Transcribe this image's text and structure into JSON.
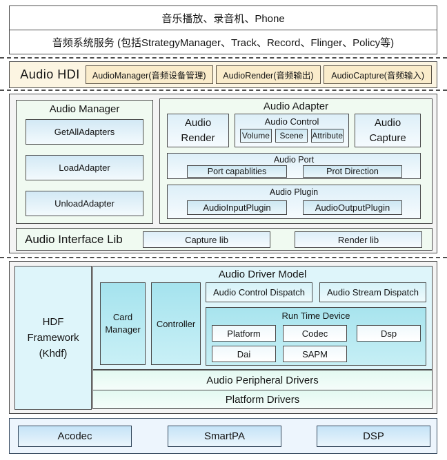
{
  "apps": {
    "row1": "音乐播放、录音机、Phone",
    "row2": "音频系统服务 (包括StrategyManager、Track、Record、Flinger、Policy等)"
  },
  "hdi": {
    "label": "Audio HDI",
    "boxes": [
      "AudioManager(音频设备管理)",
      "AudioRender(音频输出)",
      "AudioCapture(音频输入)"
    ]
  },
  "framework": {
    "audio_manager": {
      "title": "Audio Manager",
      "items": [
        "GetAllAdapters",
        "LoadAdapter",
        "UnloadAdapter"
      ]
    },
    "audio_adapter": {
      "title": "Audio Adapter",
      "render": "Audio Render",
      "capture": "Audio Capture",
      "control": {
        "title": "Audio Control",
        "items": [
          "Volume",
          "Scene",
          "Attribute"
        ]
      },
      "port": {
        "title": "Audio Port",
        "items": [
          "Port capablities",
          "Prot Direction"
        ]
      },
      "plugin": {
        "title": "Audio Plugin",
        "items": [
          "AudioInputPlugin",
          "AudioOutputPlugin"
        ]
      }
    },
    "interface_lib": {
      "label": "Audio Interface Lib",
      "items": [
        "Capture lib",
        "Render lib"
      ]
    }
  },
  "hdf": {
    "label": "HDF Framework (Khdf)",
    "driver_model": {
      "title": "Audio Driver Model",
      "card_manager": "Card Manager",
      "controller": "Controller",
      "control_dispatch": "Audio Control Dispatch",
      "stream_dispatch": "Audio Stream Dispatch",
      "runtime": {
        "title": "Run Time Device",
        "items": [
          "Platform",
          "Codec",
          "Dsp",
          "Dai",
          "SAPM"
        ]
      }
    },
    "peripheral_drivers": "Audio Peripheral Drivers",
    "platform_drivers": "Platform Drivers"
  },
  "hardware": {
    "items": [
      "Acodec",
      "SmartPA",
      "DSP"
    ]
  },
  "colors": {
    "border": "#4a4a4a",
    "hdi_bg": "#fcf5e2",
    "hdi_box_bg": "#faeccb",
    "mint_bg": "#f0faf1",
    "blue_box_top": "#d3e9f5",
    "cyan_cell_bg": "#def5fa",
    "cyan_strong_top": "#a5e3ee",
    "hw_bg": "#edf5fd",
    "hw_box_top": "#c5e3f7"
  }
}
